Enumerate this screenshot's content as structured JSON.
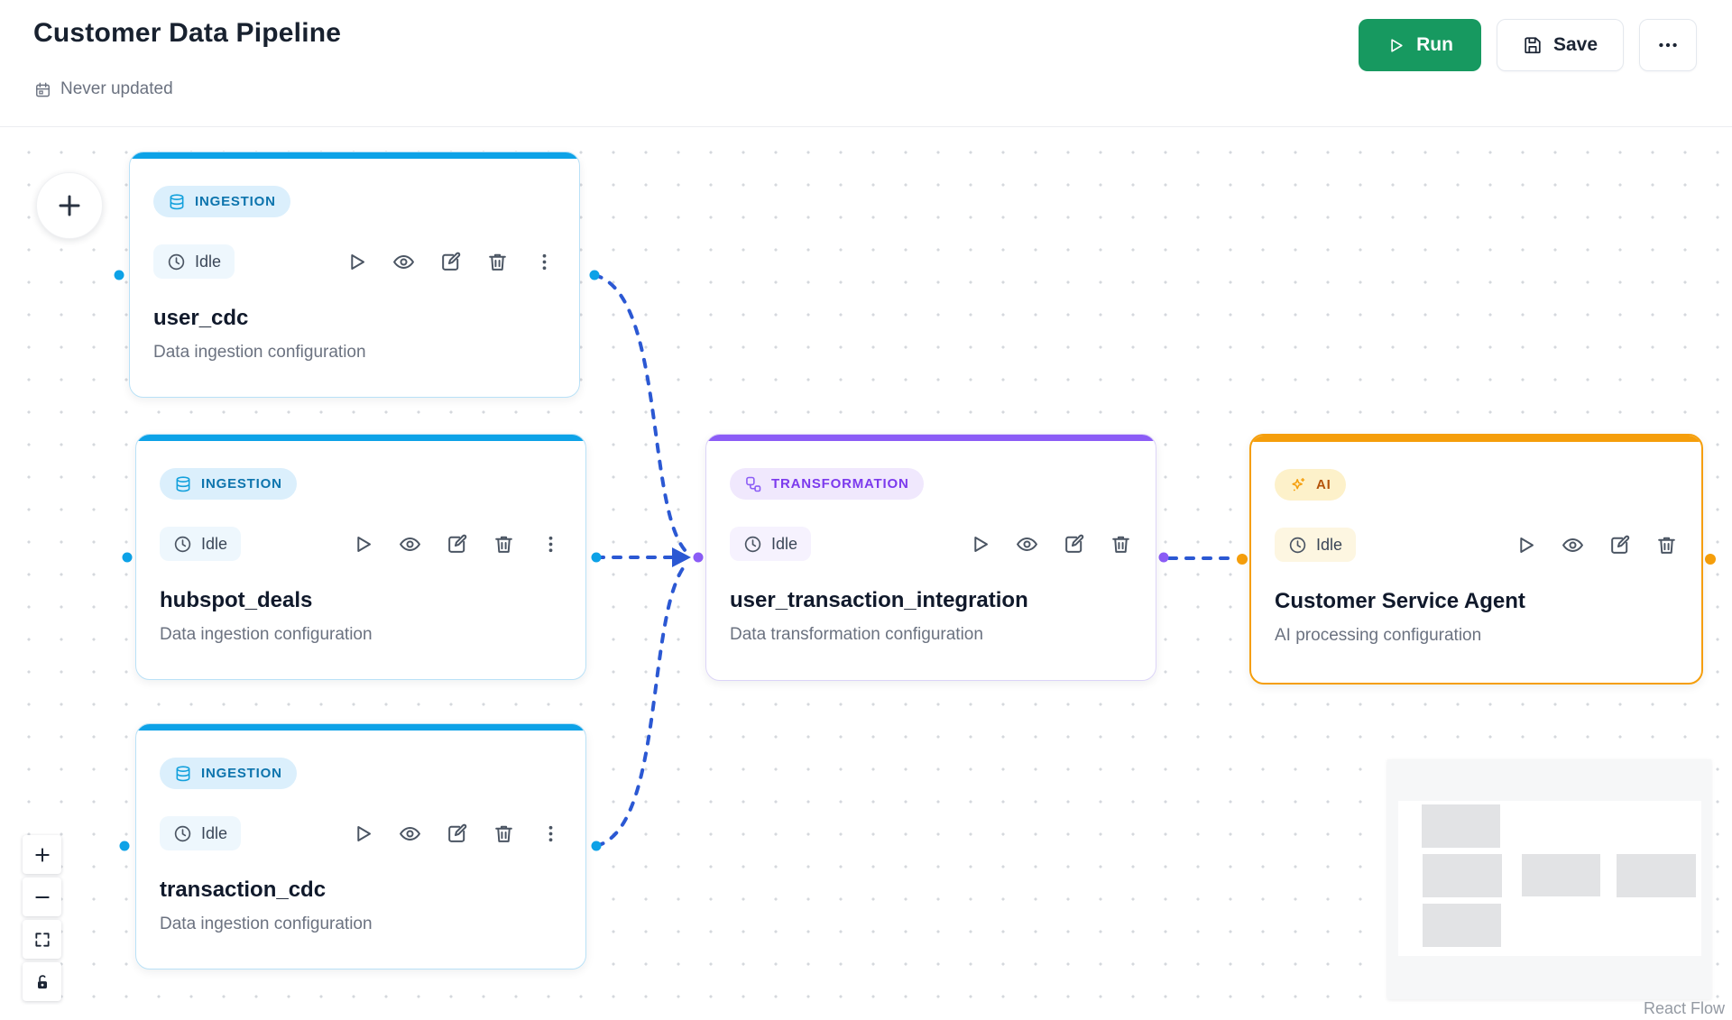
{
  "header": {
    "title": "Customer Data Pipeline",
    "last_updated": "Never updated",
    "run_label": "Run",
    "save_label": "Save"
  },
  "colors": {
    "run_button_green": "#179960",
    "ingestion_accent": "#0da2e7",
    "transformation_accent": "#8b5cf6",
    "ai_accent": "#f59e0b",
    "edge_blue": "#2b58d3"
  },
  "nodes": [
    {
      "type_label": "INGESTION",
      "status": "Idle",
      "title": "user_cdc",
      "description": "Data ingestion configuration"
    },
    {
      "type_label": "INGESTION",
      "status": "Idle",
      "title": "hubspot_deals",
      "description": "Data ingestion configuration"
    },
    {
      "type_label": "INGESTION",
      "status": "Idle",
      "title": "transaction_cdc",
      "description": "Data ingestion configuration"
    },
    {
      "type_label": "TRANSFORMATION",
      "status": "Idle",
      "title": "user_transaction_integration",
      "description": "Data transformation configuration"
    },
    {
      "type_label": "AI",
      "status": "Idle",
      "title": "Customer Service Agent",
      "description": "AI processing configuration"
    }
  ],
  "attribution": "React Flow"
}
